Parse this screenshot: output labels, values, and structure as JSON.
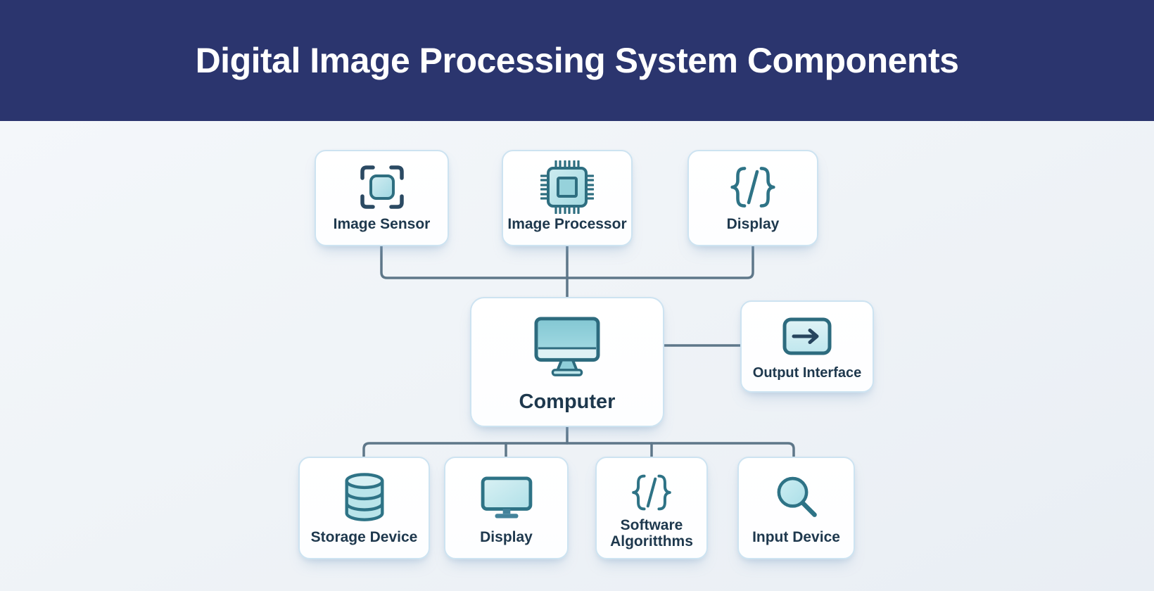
{
  "header": {
    "title": "Digital Image Processing System Components",
    "bg_color": "#2b356e",
    "text_color": "#ffffff"
  },
  "canvas": {
    "bg_color": "#eff3f7",
    "connector_color": "#5e7789",
    "box_bg_color": "#ffffff",
    "box_border_color": "#cde3f1",
    "label_color": "#1e384d",
    "icon_stroke_color": "#2e7386",
    "icon_dark_accent_color": "#2b4a63",
    "icon_fill_color": "#b9e4ea"
  },
  "nodes": [
    {
      "id": "image-sensor",
      "label": "Image Sensor",
      "icon": "scan-icon"
    },
    {
      "id": "image-processor",
      "label": "Image Processor",
      "icon": "chip-icon"
    },
    {
      "id": "display-top",
      "label": "Display",
      "icon": "code-icon"
    },
    {
      "id": "computer",
      "label": "Computer",
      "icon": "monitor-icon"
    },
    {
      "id": "output-interface",
      "label": "Output Interface",
      "icon": "arrow-right-icon"
    },
    {
      "id": "storage-device",
      "label": "Storage Device",
      "icon": "database-icon"
    },
    {
      "id": "display-bottom",
      "label": "Display",
      "icon": "monitor-icon"
    },
    {
      "id": "software-algorithms",
      "label": "Software Algoritthms",
      "icon": "code-icon"
    },
    {
      "id": "input-device",
      "label": "Input Device",
      "icon": "search-icon"
    }
  ],
  "edges": [
    {
      "from": "image-sensor",
      "to": "computer"
    },
    {
      "from": "image-processor",
      "to": "computer"
    },
    {
      "from": "display-top",
      "to": "computer"
    },
    {
      "from": "computer",
      "to": "output-interface"
    },
    {
      "from": "computer",
      "to": "storage-device"
    },
    {
      "from": "computer",
      "to": "display-bottom"
    },
    {
      "from": "computer",
      "to": "software-algorithms"
    },
    {
      "from": "computer",
      "to": "input-device"
    }
  ]
}
